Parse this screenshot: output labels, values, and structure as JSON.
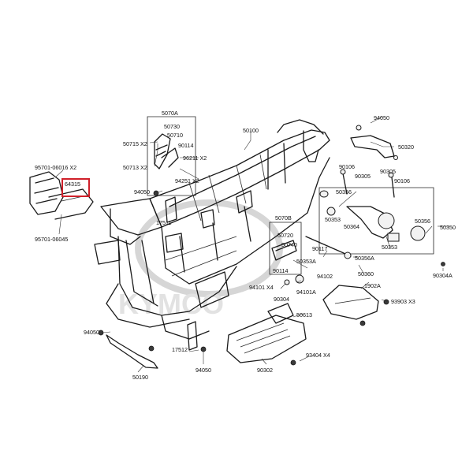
{
  "watermark": {
    "text": "KYMCO"
  },
  "highlight": {
    "color": "#d0202a",
    "part": "64315"
  },
  "labels": [
    {
      "id": "l-5070a",
      "text": "5070A"
    },
    {
      "id": "l-50730",
      "text": "50730"
    },
    {
      "id": "l-50710",
      "text": "50710"
    },
    {
      "id": "l-90114a",
      "text": "90114"
    },
    {
      "id": "l-50715",
      "text": "50715 X2"
    },
    {
      "id": "l-50713",
      "text": "50713 X2"
    },
    {
      "id": "l-96211",
      "text": "96211 X2"
    },
    {
      "id": "l-94251",
      "text": "94251 X2"
    },
    {
      "id": "l-50100",
      "text": "50100"
    },
    {
      "id": "l-94050a",
      "text": "94050"
    },
    {
      "id": "l-50320",
      "text": "50320"
    },
    {
      "id": "l-90106a",
      "text": "90106"
    },
    {
      "id": "l-90305a",
      "text": "90305"
    },
    {
      "id": "l-90305b",
      "text": "90305"
    },
    {
      "id": "l-90106b",
      "text": "90106"
    },
    {
      "id": "l-95701x2",
      "text": "95701-06016 X2"
    },
    {
      "id": "l-64315",
      "text": "64315"
    },
    {
      "id": "l-94050b",
      "text": "94050"
    },
    {
      "id": "l-17511",
      "text": "17511"
    },
    {
      "id": "l-95701",
      "text": "95701-06045"
    },
    {
      "id": "l-50356a",
      "text": "50356"
    },
    {
      "id": "l-50353a",
      "text": "50353"
    },
    {
      "id": "l-50364",
      "text": "50364"
    },
    {
      "id": "l-50356b",
      "text": "50356"
    },
    {
      "id": "l-50353b",
      "text": "50353"
    },
    {
      "id": "l-50350",
      "text": "50350"
    },
    {
      "id": "l-5070b",
      "text": "5070B"
    },
    {
      "id": "l-50720",
      "text": "50720"
    },
    {
      "id": "l-50740",
      "text": "50740"
    },
    {
      "id": "l-90117",
      "text": "90117"
    },
    {
      "id": "l-50353a2",
      "text": "50353A"
    },
    {
      "id": "l-50356a2",
      "text": "50356A"
    },
    {
      "id": "l-90114b",
      "text": "90114"
    },
    {
      "id": "l-94102",
      "text": "94102"
    },
    {
      "id": "l-50360",
      "text": "50360"
    },
    {
      "id": "l-90304a",
      "text": "90304A"
    },
    {
      "id": "l-94101x4",
      "text": "94101 X4"
    },
    {
      "id": "l-94101a",
      "text": "94101A"
    },
    {
      "id": "l-90304",
      "text": "90304"
    },
    {
      "id": "l-1902a",
      "text": "1902A"
    },
    {
      "id": "l-93903",
      "text": "93903   X3"
    },
    {
      "id": "l-50613",
      "text": "50613"
    },
    {
      "id": "l-94050c",
      "text": "94050"
    },
    {
      "id": "l-17512",
      "text": "17512"
    },
    {
      "id": "l-94050d",
      "text": "94050"
    },
    {
      "id": "l-50190",
      "text": "50190"
    },
    {
      "id": "l-93404",
      "text": "93404  X4"
    },
    {
      "id": "l-90302",
      "text": "90302"
    }
  ]
}
